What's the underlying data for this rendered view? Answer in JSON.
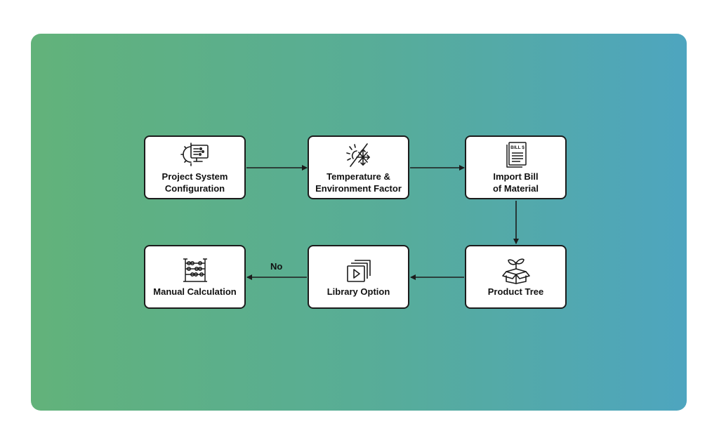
{
  "nodes": [
    {
      "id": "project",
      "label": "Project System\nConfiguration",
      "icon": "gear-monitor-icon"
    },
    {
      "id": "temperature",
      "label": "Temperature &\nEnvironment Factor",
      "icon": "sun-snowflake-icon"
    },
    {
      "id": "bill",
      "label": "Import Bill\nof Material",
      "icon": "bill-document-icon",
      "icon_text": "BILL $"
    },
    {
      "id": "product",
      "label": "Product Tree",
      "icon": "sprout-box-icon"
    },
    {
      "id": "library",
      "label": "Library Option",
      "icon": "video-library-icon"
    },
    {
      "id": "manual",
      "label": "Manual Calculation",
      "icon": "abacus-icon"
    }
  ],
  "edges": [
    {
      "from": "project",
      "to": "temperature",
      "label": ""
    },
    {
      "from": "temperature",
      "to": "bill",
      "label": ""
    },
    {
      "from": "bill",
      "to": "product",
      "label": ""
    },
    {
      "from": "product",
      "to": "library",
      "label": ""
    },
    {
      "from": "library",
      "to": "manual",
      "label": "No"
    }
  ],
  "colors": {
    "gradient_start": "#62b27a",
    "gradient_end": "#4ea5bf",
    "node_fill": "#ffffff",
    "stroke": "#1c1c1c"
  }
}
